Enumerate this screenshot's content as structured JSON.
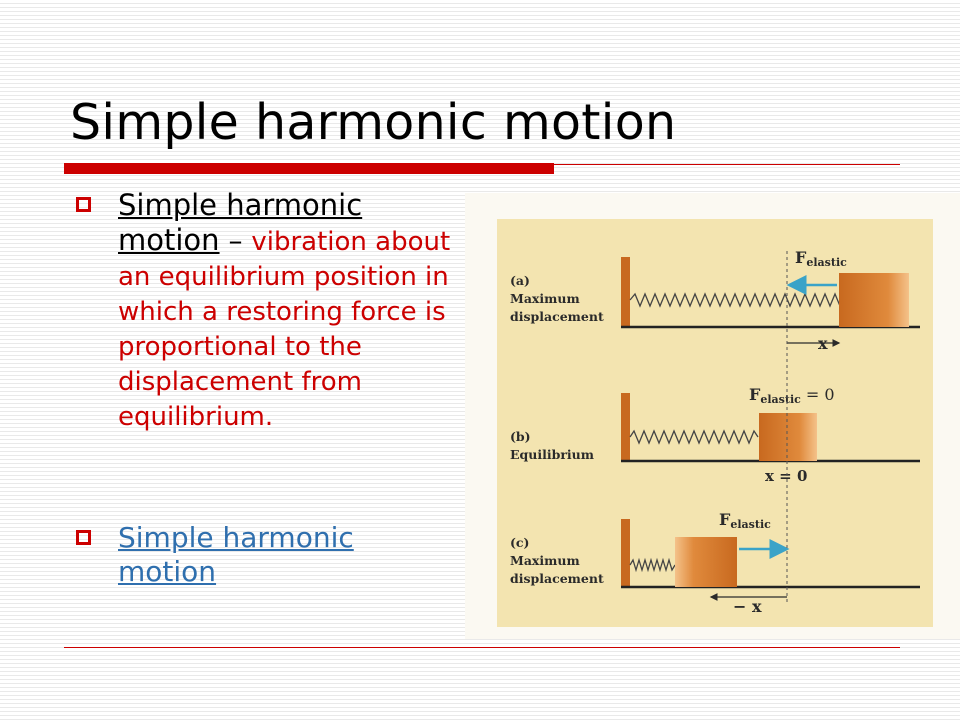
{
  "slide": {
    "title": "Simple harmonic motion",
    "bullets": [
      {
        "term": "Simple harmonic motion",
        "separator": " – ",
        "definition": "vibration about an equilibrium position in which a restoring force is proportional to the displacement from equilibrium."
      },
      {
        "link_text": "Simple harmonic motion"
      }
    ]
  },
  "figure": {
    "panels": [
      {
        "tag": "(a)",
        "label_line1": "Maximum",
        "label_line2": "displacement",
        "force": "F",
        "force_sub": "elastic",
        "force_suffix": "",
        "disp": "x"
      },
      {
        "tag": "(b)",
        "label_line1": "Equilibrium",
        "label_line2": "",
        "force": "F",
        "force_sub": "elastic",
        "force_suffix": " = 0",
        "disp": "x = 0"
      },
      {
        "tag": "(c)",
        "label_line1": "Maximum",
        "label_line2": "displacement",
        "force": "F",
        "force_sub": "elastic",
        "force_suffix": "",
        "disp": "− x"
      }
    ]
  },
  "colors": {
    "accent": "#cc0000",
    "link": "#2f6fae",
    "arrow": "#3aa3c8",
    "block": "#d9823a",
    "panel_bg": "#f3e4b0"
  }
}
